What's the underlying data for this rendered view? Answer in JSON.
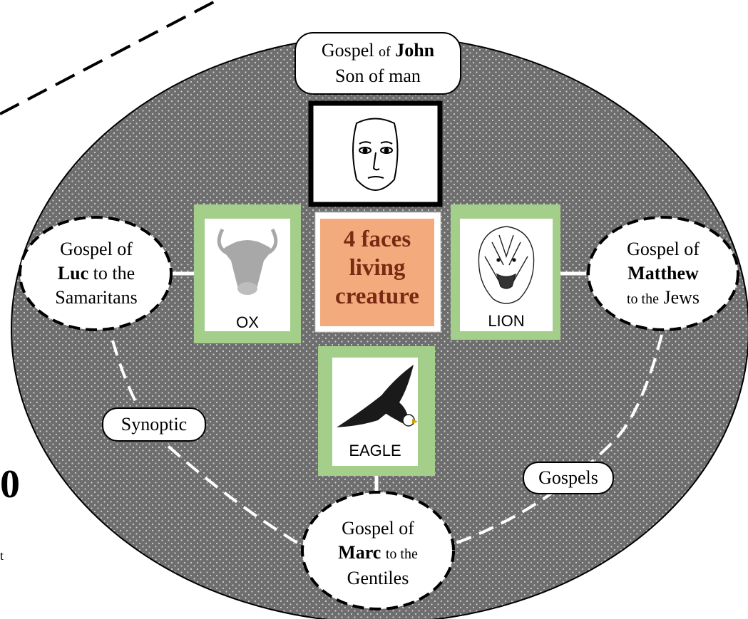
{
  "center": {
    "line1": "4 faces",
    "line2": "living",
    "line3": "creature"
  },
  "john": {
    "prefix": "Gospel",
    "of": "of",
    "name": "John",
    "subtitle": "Son of man"
  },
  "faces": {
    "ox": "OX",
    "lion": "LION",
    "eagle": "EAGLE"
  },
  "luc": {
    "line1": "Gospel of",
    "name": "Luc",
    "to": "to the",
    "line3": "Samaritans"
  },
  "matthew": {
    "line1": "Gospel of",
    "name": "Matthew",
    "to": "to the",
    "people": "Jews"
  },
  "marc": {
    "line1": "Gospel of",
    "name": "Marc",
    "to": "to the",
    "line3": "Gentiles"
  },
  "tags": {
    "synoptic": "Synoptic",
    "gospels": "Gospels"
  },
  "edge_text": {
    "big": "0",
    "small": "t"
  },
  "icons": [
    "human-face-icon",
    "ox-head-icon",
    "lion-head-icon",
    "eagle-icon"
  ],
  "colors": {
    "ellipse": "#707070",
    "frame_green": "#a4cf8a",
    "center_fill": "#f3ab7e",
    "center_text": "#7a2a12"
  }
}
